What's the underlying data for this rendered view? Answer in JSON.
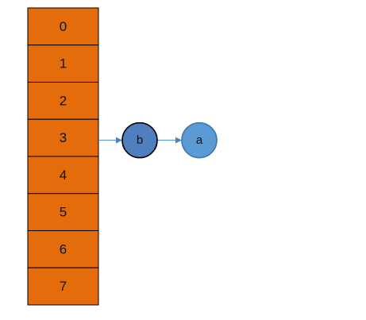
{
  "array": {
    "slots": [
      "0",
      "1",
      "2",
      "3",
      "4",
      "5",
      "6",
      "7"
    ],
    "fill_color": "#E46C0A",
    "border_color": "#000000"
  },
  "chain": {
    "from_slot": "3",
    "nodes": [
      {
        "label": "b",
        "fill_color": "#4F7FBF",
        "border_color": "#000000"
      },
      {
        "label": "a",
        "fill_color": "#5B9BD5",
        "border_color": "#3E77AD"
      }
    ],
    "arrow_color": "#4A86C5"
  }
}
